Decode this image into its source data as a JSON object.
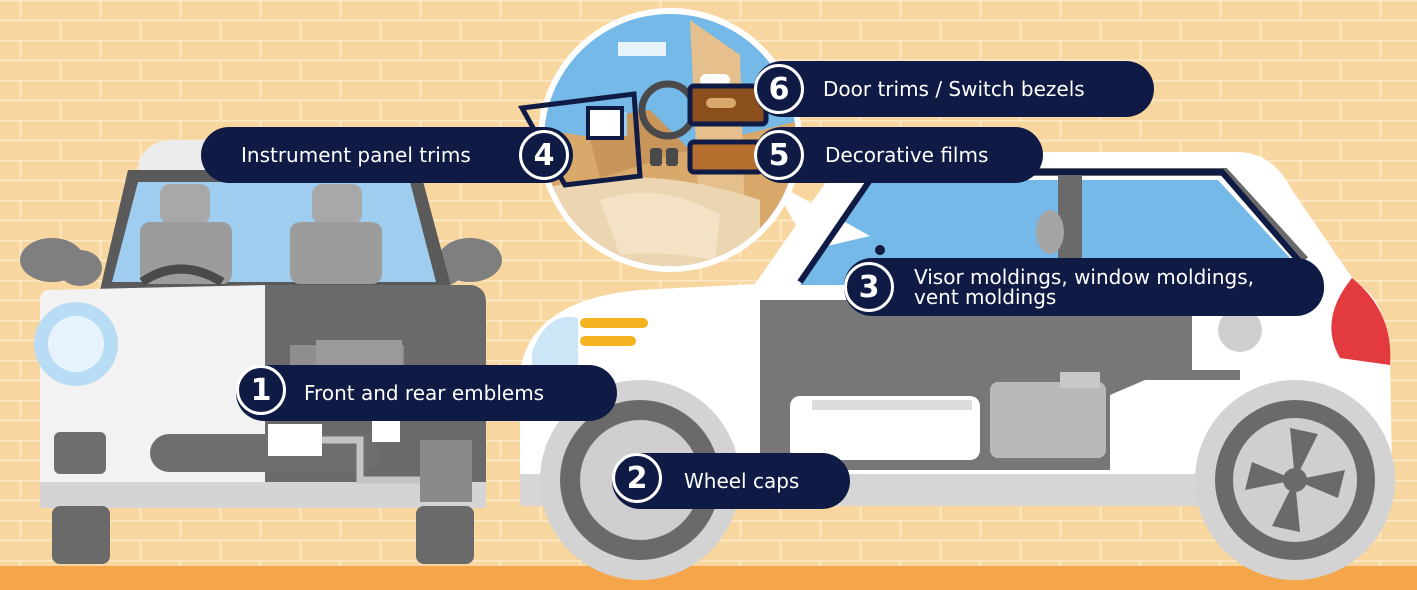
{
  "colors": {
    "background": "#f8d6a0",
    "brick_line": "#fde8c6",
    "ground": "#f5a54a",
    "label_bg": "#0f1b44",
    "label_text": "#ffffff",
    "car_body": "#ffffff",
    "window": "#74b9e8",
    "interior_wood": "#d9a96b",
    "tail_light": "#e23a3e",
    "headlight_streak": "#f5b321"
  },
  "labels": [
    {
      "number": "1",
      "text": "Front and rear emblems"
    },
    {
      "number": "2",
      "text": "Wheel caps"
    },
    {
      "number": "3",
      "text": "Visor moldings, window moldings, vent moldings"
    },
    {
      "number": "4",
      "text": "Instrument panel trims"
    },
    {
      "number": "5",
      "text": "Decorative films"
    },
    {
      "number": "6",
      "text": "Door trims / Switch bezels"
    }
  ]
}
